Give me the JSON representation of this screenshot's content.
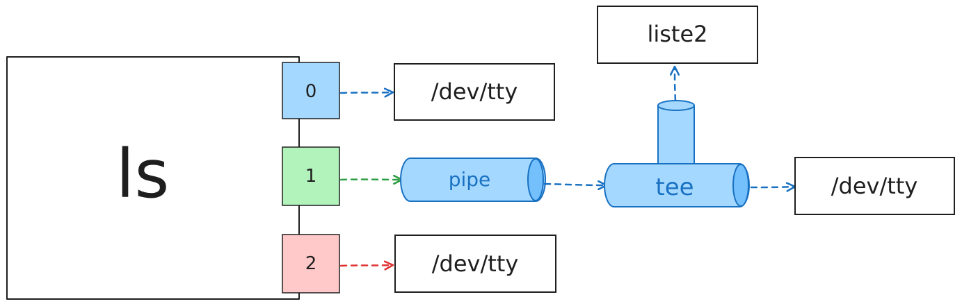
{
  "process": {
    "label": "ls"
  },
  "descriptors": [
    {
      "label": "0",
      "fill": "#a5d8ff",
      "arrow_color": "#1971c2"
    },
    {
      "label": "1",
      "fill": "#b2f2bb",
      "arrow_color": "#2f9e44"
    },
    {
      "label": "2",
      "fill": "#ffc9c9",
      "arrow_color": "#e03131"
    }
  ],
  "targets": {
    "stdin_target": "/dev/tty",
    "stderr_target": "/dev/tty",
    "tee_output": "/dev/tty",
    "tee_file": "liste2"
  },
  "pipe": {
    "label": "pipe",
    "fill": "#a5d8ff",
    "text_color": "#1971c2"
  },
  "tee": {
    "label": "tee",
    "fill": "#a5d8ff",
    "text_color": "#1971c2"
  },
  "colors": {
    "stroke": "#1e1e1e",
    "blue": "#1971c2"
  }
}
